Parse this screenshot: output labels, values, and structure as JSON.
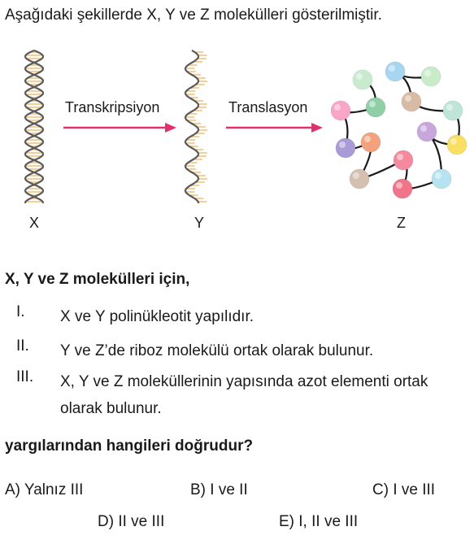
{
  "intro": "Aşağıdaki şekillerde X, Y ve Z molekülleri gösterilmiştir.",
  "figure": {
    "arrow1_label": "Transkripsiyon",
    "arrow2_label": "Translasyon",
    "label_x": "X",
    "label_y": "Y",
    "label_z": "Z",
    "colors": {
      "strand": "#5a5a5a",
      "rung": "#f3c98a",
      "arrow": "#e0306e"
    }
  },
  "stem": "X, Y ve Z molekülleri için,",
  "statements": [
    {
      "num": "I.",
      "text": "X ve Y polinükleotit yapılıdır."
    },
    {
      "num": "II.",
      "text": "Y ve Z’de riboz molekülü ortak olarak bulunur."
    },
    {
      "num": "III.",
      "text": "X, Y ve Z moleküllerinin yapısında azot elementi ortak olarak bulunur."
    }
  ],
  "question": "yargılarından hangileri doğrudur?",
  "options": {
    "a": "A) Yalnız III",
    "b": "B) I ve II",
    "c": "C) I ve III",
    "d": "D) II ve III",
    "e": "E) I, II ve III"
  }
}
